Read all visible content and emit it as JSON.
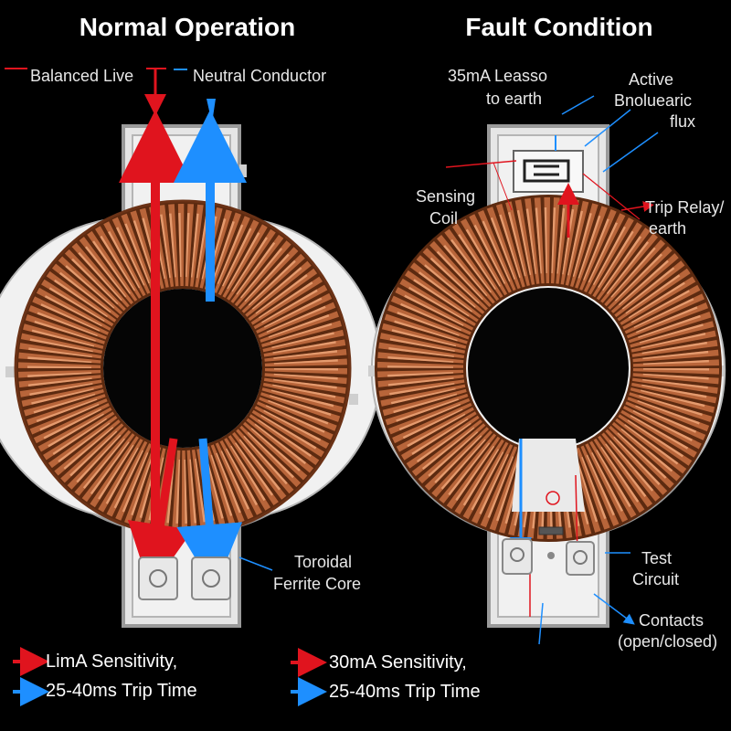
{
  "panels": {
    "left": {
      "title": "Normal Operation",
      "live_label": "Balanced Live",
      "neutral_label": "Neutral Conductor",
      "core_label_line1": "Toroidal",
      "core_label_line2": "Ferrite Core"
    },
    "right": {
      "title": "Fault Condition",
      "leak_label_line1": "35mA Leasso",
      "leak_label_line2": "to earth",
      "flux_label_line1": "Active",
      "flux_label_line2": "Bnoluearic",
      "flux_label_line3": "flux",
      "sensing_label_line1": "Sensing",
      "sensing_label_line2": "Coil",
      "relay_label_line1": "Trip Relay/",
      "relay_label_line2": "earth",
      "test_label_line1": "Test",
      "test_label_line2": "Circuit",
      "contacts_label_line1": "Contacts",
      "contacts_label_line2": "(open/closed)"
    }
  },
  "legend": {
    "left": {
      "red_text": "LimA Sensitivity,",
      "blue_text": "25-40ms Trip Time"
    },
    "right": {
      "red_text": "30mA Sensitivity,",
      "blue_text": "25-40ms Trip Time"
    }
  },
  "colors": {
    "live": "#e0141e",
    "neutral": "#1e8fff",
    "copper": "#b8653a",
    "housing": "#d9d9d9"
  }
}
